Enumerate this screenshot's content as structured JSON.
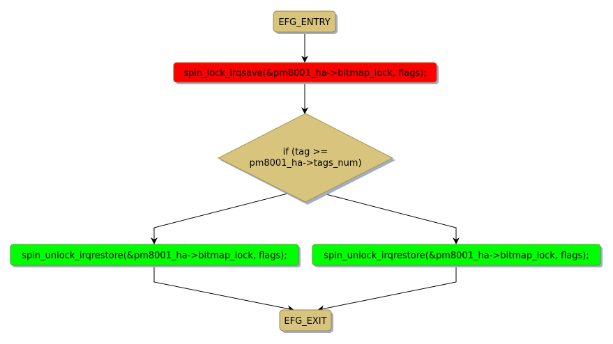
{
  "diagram": {
    "type": "flowchart",
    "colors": {
      "terminal_fill": "#d9c47e",
      "terminal_stroke": "#9a8a50",
      "lock_fill": "#ff0000",
      "lock_stroke": "#a06020",
      "unlock_fill": "#00ff00",
      "unlock_stroke": "#4f9a30",
      "decision_fill": "#d9c47e",
      "decision_stroke": "#a89450",
      "shadow": "#a2acc4",
      "edge": "#000000"
    },
    "nodes": [
      {
        "id": "entry",
        "kind": "terminal",
        "label": "EFG_ENTRY"
      },
      {
        "id": "lock",
        "kind": "statement",
        "label": "spin_lock_irqsave(&pm8001_ha->bitmap_lock, flags);"
      },
      {
        "id": "cond",
        "kind": "decision",
        "label_lines": [
          "if (tag >=",
          "pm8001_ha->tags_num)"
        ]
      },
      {
        "id": "unlock_left",
        "kind": "statement",
        "label": "spin_unlock_irqrestore(&pm8001_ha->bitmap_lock, flags);"
      },
      {
        "id": "unlock_right",
        "kind": "statement",
        "label": "spin_unlock_irqrestore(&pm8001_ha->bitmap_lock, flags);"
      },
      {
        "id": "exit",
        "kind": "terminal",
        "label": "EFG_EXIT"
      }
    ],
    "edges": [
      {
        "from": "entry",
        "to": "lock"
      },
      {
        "from": "lock",
        "to": "cond"
      },
      {
        "from": "cond",
        "to": "unlock_left"
      },
      {
        "from": "cond",
        "to": "unlock_right"
      },
      {
        "from": "unlock_left",
        "to": "exit"
      },
      {
        "from": "unlock_right",
        "to": "exit"
      }
    ]
  }
}
